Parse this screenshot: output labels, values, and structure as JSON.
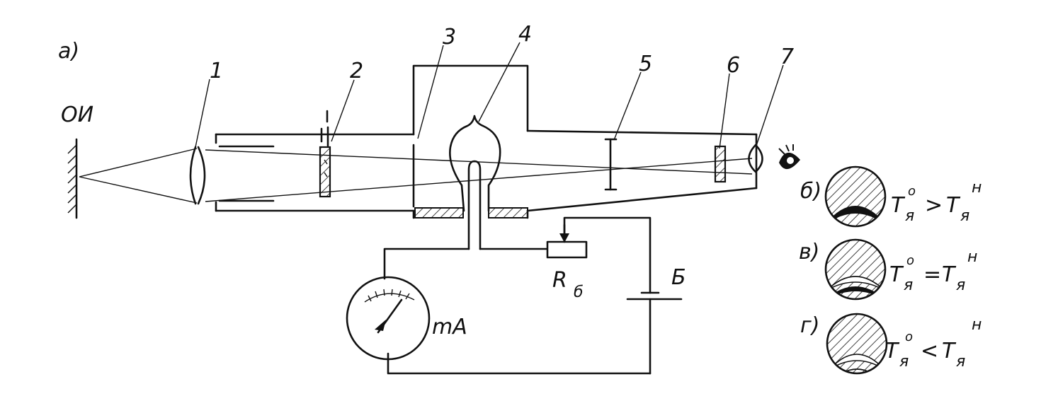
{
  "figure": {
    "panel_a": "а)",
    "object_label": "ОИ",
    "callouts": [
      "1",
      "2",
      "3",
      "4",
      "5",
      "6",
      "7"
    ],
    "resistor_label": "R",
    "resistor_sub": "б",
    "battery_label": "Б",
    "meter_label": "mA"
  },
  "insets": [
    {
      "label": "б)",
      "T": "T",
      "sub": "я",
      "sup0": "о",
      "rel": ">",
      "T2": "T",
      "sub2": "я",
      "supH": "н"
    },
    {
      "label": "в)",
      "T": "T",
      "sub": "я",
      "sup0": "о",
      "rel": "=",
      "T2": "T",
      "sub2": "я",
      "supH": "н"
    },
    {
      "label": "г)",
      "T": "T",
      "sub": "я",
      "sup0": "о",
      "rel": "<",
      "T2": "T",
      "sub2": "я",
      "supH": "н"
    }
  ]
}
